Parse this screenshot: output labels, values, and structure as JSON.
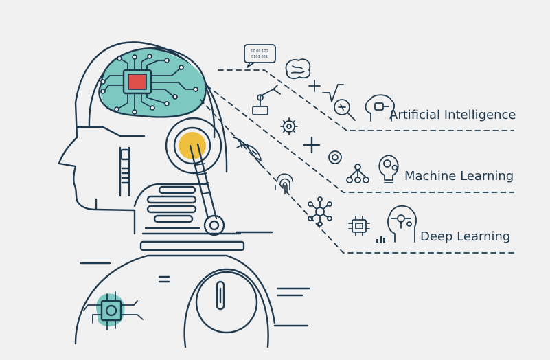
{
  "colors": {
    "background": "#f1f1f1",
    "line": "#1f3a4f",
    "teal": "#7ec8c2",
    "chip_red": "#e0504a",
    "gold": "#efbf3f"
  },
  "labels": {
    "ai": "Artificial Intelligence",
    "ml": "Machine Learning",
    "dl": "Deep Learning"
  },
  "bubble": {
    "line1": "10 00 101",
    "line2": "0101 001"
  },
  "icons": [
    "chat-bubble-icon",
    "brain-icon",
    "math-symbols-icon",
    "magnifier-icon",
    "ai-head-icon",
    "robot-arm-icon",
    "gear-icon",
    "plus-icon",
    "dna-icon",
    "target-icon",
    "network-tree-icon",
    "bulb-gears-icon",
    "fingerprint-icon",
    "neural-network-icon",
    "chip-icon",
    "bar-chart-icon",
    "deep-learning-head-icon"
  ]
}
